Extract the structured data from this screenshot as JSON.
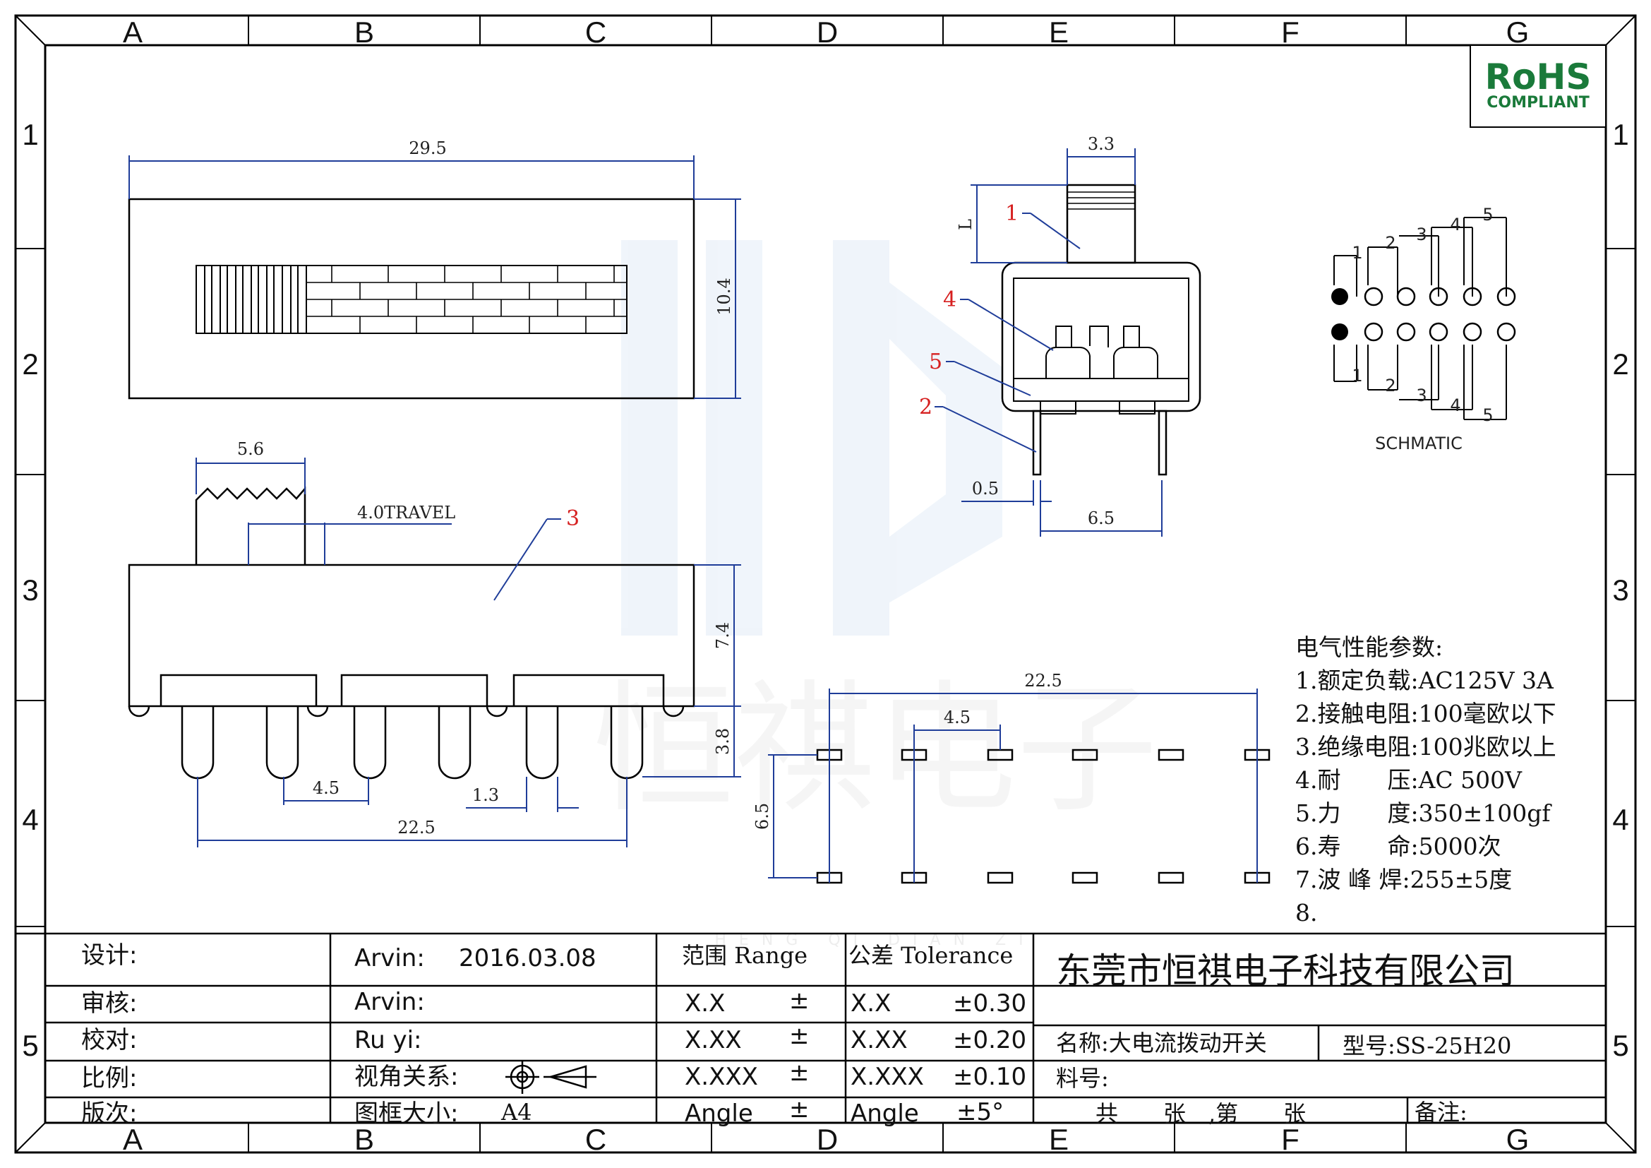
{
  "grid": {
    "columns": [
      "A",
      "B",
      "C",
      "D",
      "E",
      "F",
      "G"
    ],
    "rows": [
      "1",
      "2",
      "3",
      "4",
      "5"
    ]
  },
  "rohs": {
    "title": "RoHS",
    "subtitle": "COMPLIANT",
    "color": "#1a7a3a"
  },
  "watermark": {
    "text": "恒祺电子",
    "subtext": "HENG QI DIAN ZI"
  },
  "top_view": {
    "width": "29.5",
    "height": "10.4"
  },
  "side_view": {
    "knob_width": "5.6",
    "travel": "4.0TRAVEL",
    "body_height": "7.4",
    "pin_length": "3.8",
    "pin_pitch": "4.5",
    "pin_width": "1.3",
    "pin_span": "22.5",
    "callout_3": "3"
  },
  "end_view": {
    "knob_width": "3.3",
    "knob_length": "L",
    "pin_thickness": "0.5",
    "pin_spacing": "6.5",
    "callouts": [
      "1",
      "4",
      "5",
      "2"
    ]
  },
  "schematic": {
    "label": "SCHMATIC",
    "top_numbers": [
      "1",
      "2",
      "3",
      "4",
      "5"
    ],
    "bottom_numbers": [
      "1",
      "2",
      "3",
      "4",
      "5"
    ]
  },
  "footprint": {
    "span": "22.5",
    "pitch": "4.5",
    "row_spacing": "6.5"
  },
  "specs": {
    "title": "电气性能参数:",
    "items": [
      "1.额定负载:AC125V 3A",
      "2.接触电阻:100毫欧以下",
      "3.绝缘电阻:100兆欧以上",
      "4.耐　　压:AC 500V",
      "5.力　　度:350±100gf",
      "6.寿　　命:5000次",
      "7.波 峰 焊:255±5度",
      "8."
    ]
  },
  "title_block": {
    "labels": [
      "设计:",
      "审核:",
      "校对:",
      "比例:",
      "版次:"
    ],
    "designer": "Arvin:",
    "date": "2016.03.08",
    "checker": "Arvin:",
    "proofer": "Ru  yi:",
    "projection_label": "视角关系:",
    "frame_label": "图框大小:",
    "frame_size": "A4",
    "range_header": "范围 Range",
    "tolerance_header": "公差 Tolerance",
    "ranges": [
      "X.X",
      "X.XX",
      "X.XXX",
      "Angle"
    ],
    "pm": "±",
    "tol_ranges": [
      "X.X",
      "X.XX",
      "X.XXX",
      "Angle"
    ],
    "tol_values": [
      "±0.30",
      "±0.20",
      "±0.10",
      "±5°"
    ],
    "company": "东莞市恒祺电子科技有限公司",
    "name": "名称:大电流拨动开关",
    "model": "型号:SS-25H20",
    "material": "料号:",
    "sheets": "共　　张　,第　　张",
    "remarks": "备注:"
  }
}
